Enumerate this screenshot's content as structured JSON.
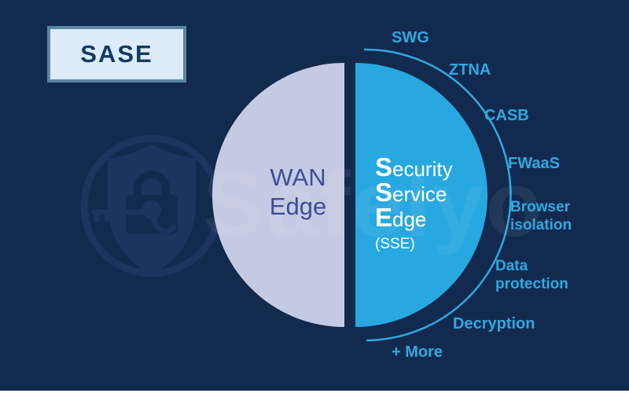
{
  "sase_box": {
    "label": "SASE"
  },
  "pie": {
    "wan": {
      "label": "WAN\nEdge"
    },
    "sse": {
      "lines": [
        {
          "initial": "S",
          "rest": "ecurity"
        },
        {
          "initial": "S",
          "rest": "ervice"
        },
        {
          "initial": "E",
          "rest": "dge"
        }
      ],
      "abbr": "(SSE)"
    }
  },
  "components": [
    {
      "label": "SWG"
    },
    {
      "label": "ZTNA"
    },
    {
      "label": "CASB"
    },
    {
      "label": "FWaaS"
    },
    {
      "label": "Browser\nisolation"
    },
    {
      "label": "Data\nprotection"
    },
    {
      "label": "Decryption"
    },
    {
      "label": "+ More"
    }
  ],
  "watermark": {
    "text": "Safelyo",
    "logo": "shield-lock-key-icon"
  },
  "colors": {
    "background": "#132a4f",
    "wan_fill": "#c5cae3",
    "sse_fill": "#27a8e0",
    "component_label": "#2fa9e1",
    "wan_text": "#3e4d96",
    "sse_text": "#ffffff",
    "sase_text": "#133a63",
    "sase_box_bg": "#dcebf7",
    "sase_box_border": "#5886a4",
    "arc_stroke": "#2fa9e1",
    "watermark_ink": "#1c355f"
  }
}
